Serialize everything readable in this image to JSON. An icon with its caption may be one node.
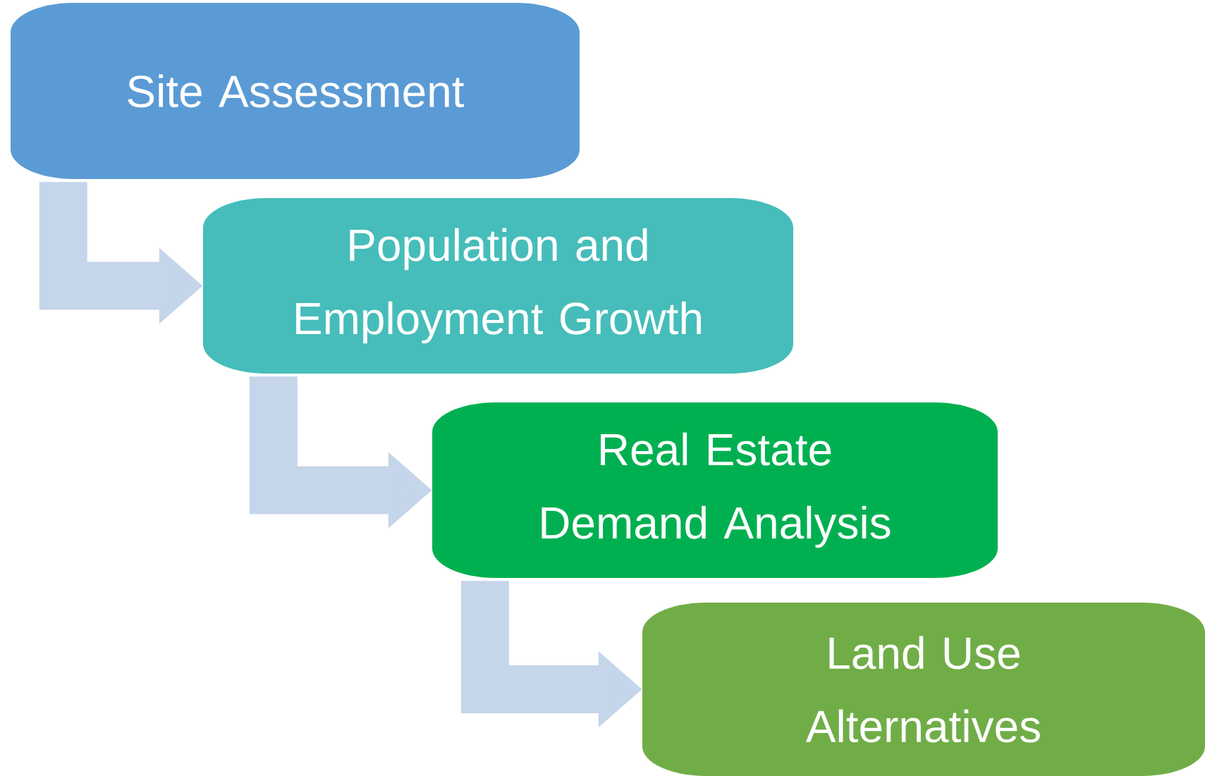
{
  "diagram": {
    "nodes": [
      {
        "text": [
          "Site Assessment"
        ]
      },
      {
        "text": [
          "Population and Employment Growth"
        ]
      },
      {
        "text": [
          "Real Estate Demand Analysis"
        ]
      },
      {
        "text": [
          "Land Use Alternatives"
        ]
      }
    ],
    "edges": [
      {
        "from": 0,
        "to": 1,
        "arrow": "to"
      },
      {
        "from": 1,
        "to": 2,
        "arrow": "to"
      },
      {
        "from": 2,
        "to": 3,
        "arrow": "to"
      }
    ]
  }
}
